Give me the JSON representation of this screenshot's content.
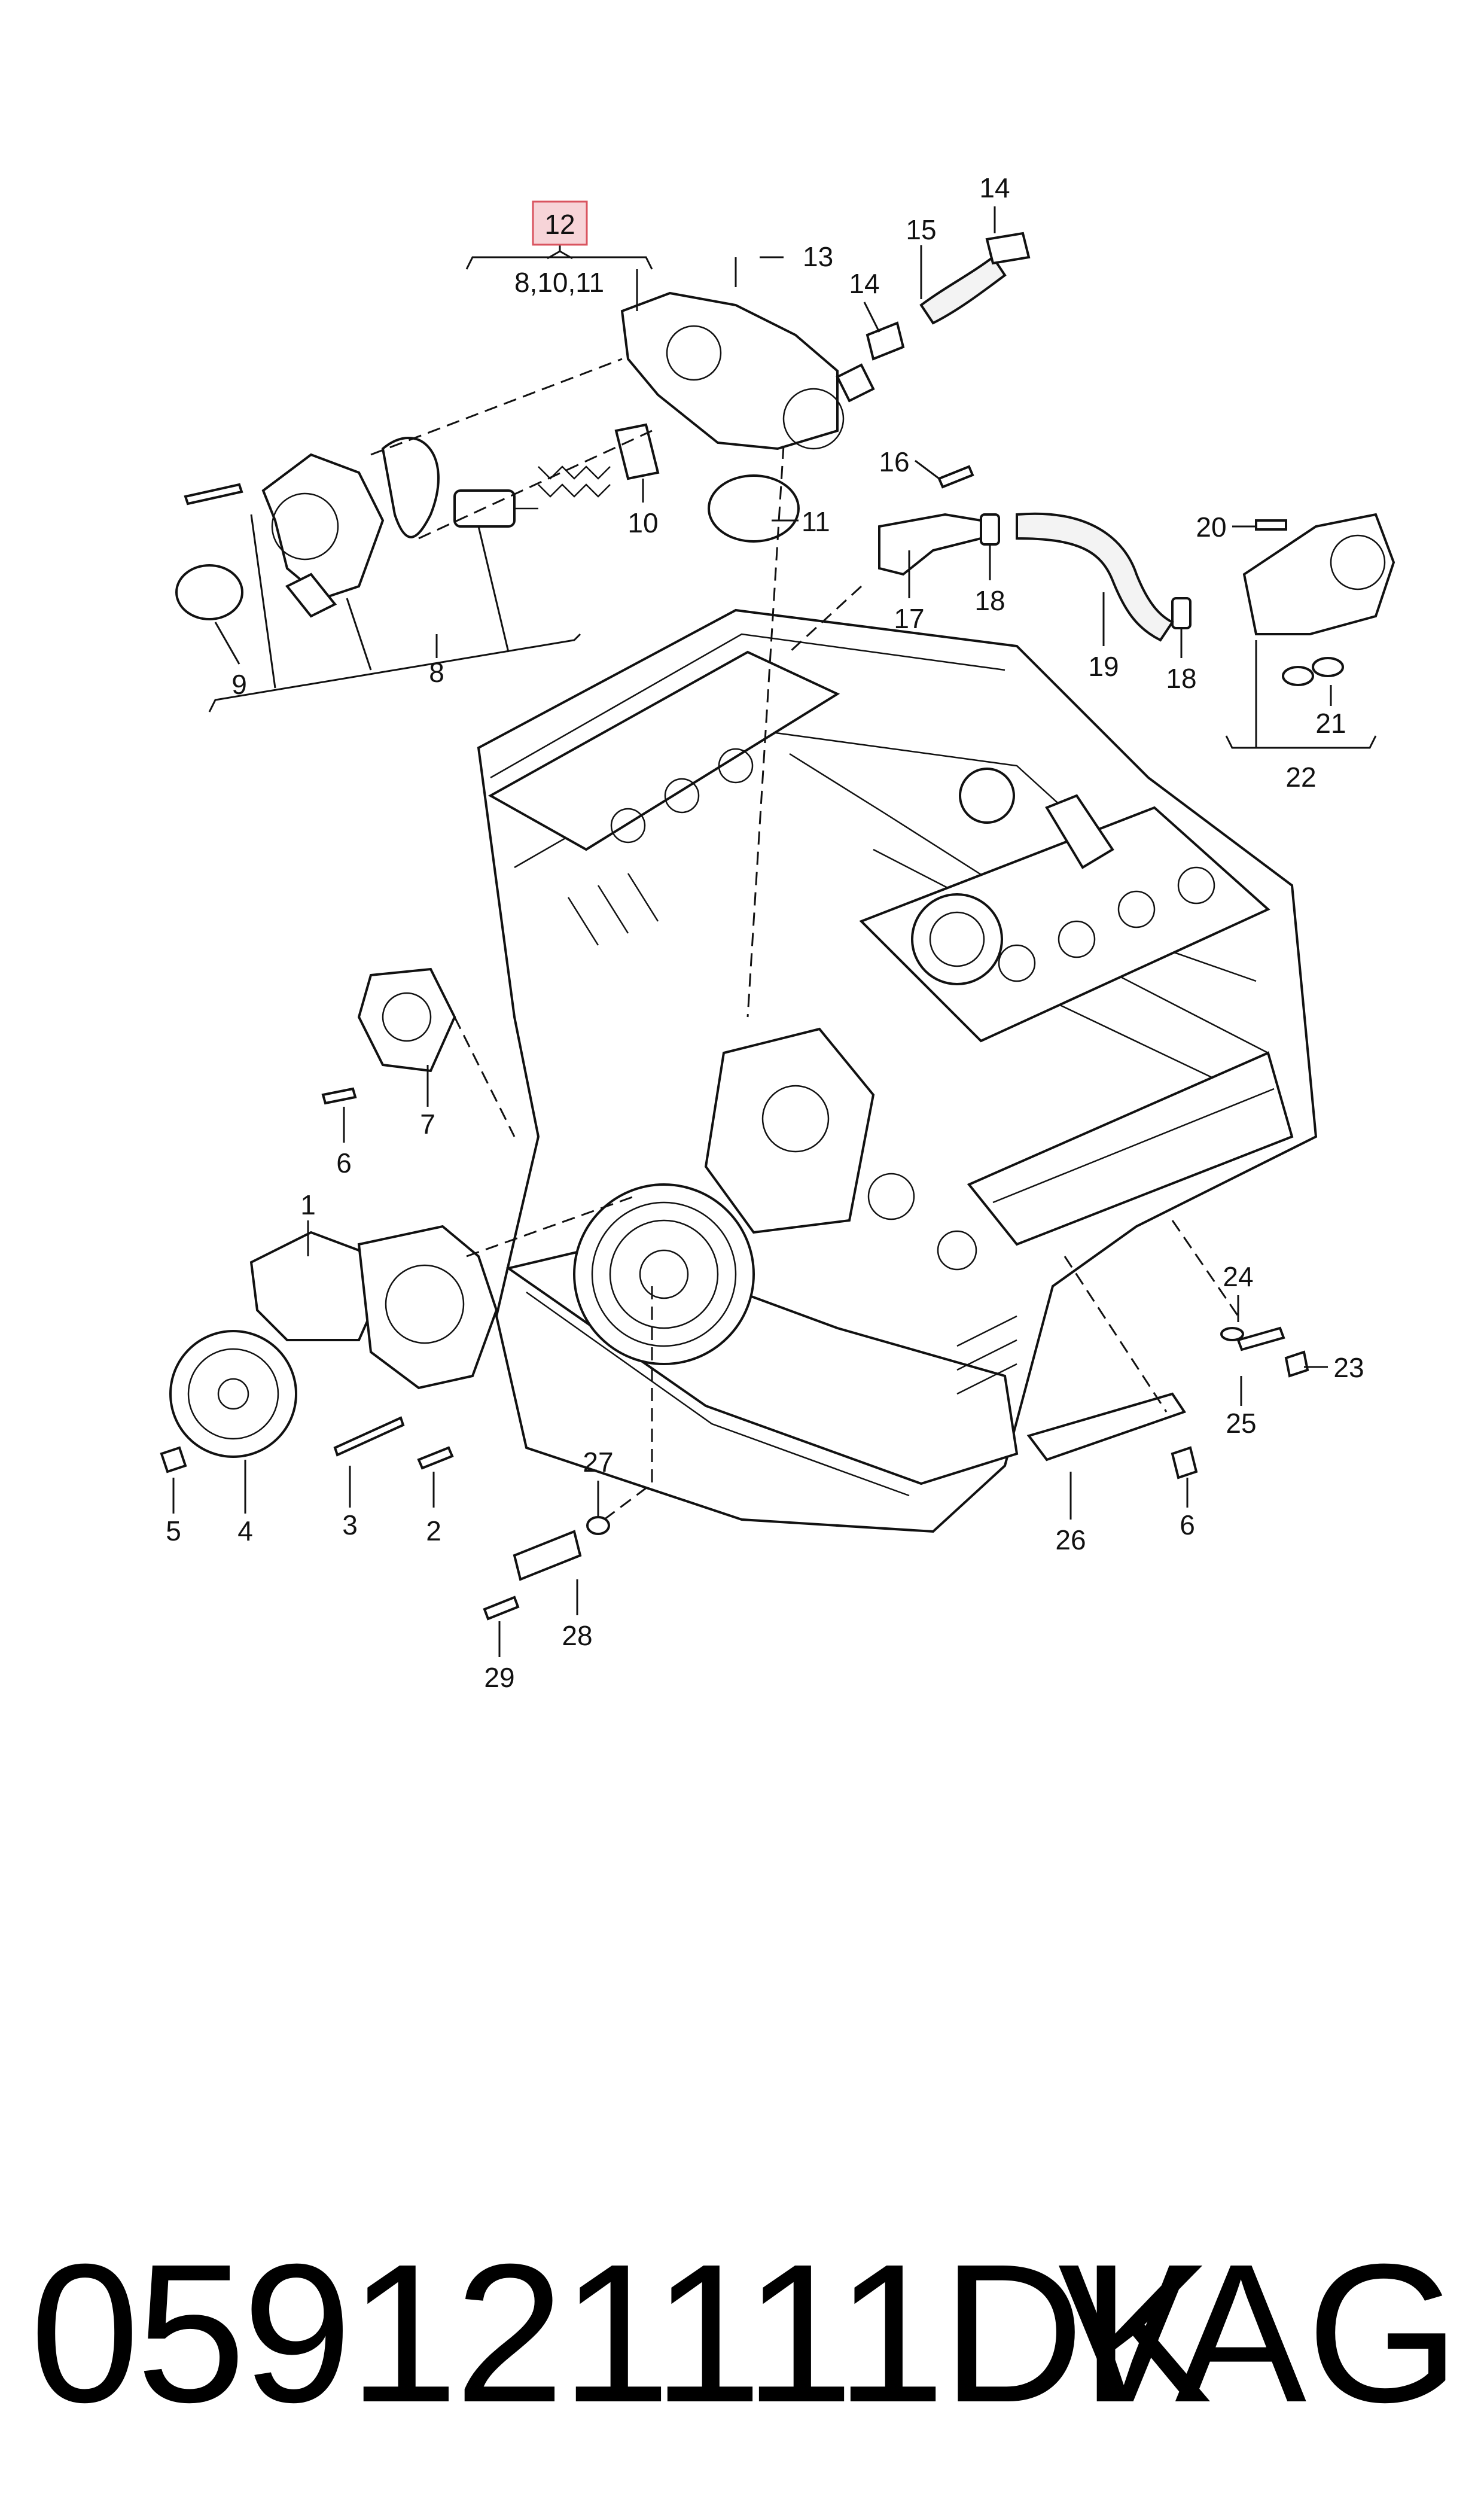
{
  "diagram": {
    "highlight": {
      "label": "12",
      "fill": "#f7d4d8",
      "stroke": "#d9545f"
    },
    "group_labels": {
      "g8_10_11": "8,10,11",
      "g8": "8",
      "g22": "22"
    },
    "callouts": {
      "c1": "1",
      "c2": "2",
      "c3": "3",
      "c4": "4",
      "c5": "5",
      "c6a": "6",
      "c6b": "6",
      "c7": "7",
      "c9": "9",
      "c10": "10",
      "c11": "11",
      "c13": "13",
      "c14a": "14",
      "c14b": "14",
      "c15": "15",
      "c16": "16",
      "c17": "17",
      "c18a": "18",
      "c18b": "18",
      "c19": "19",
      "c20": "20",
      "c21": "21",
      "c23": "23",
      "c24": "24",
      "c25": "25",
      "c26": "26",
      "c27": "27",
      "c28": "28",
      "c29": "29"
    }
  },
  "footer": {
    "part_number": "059121111DK",
    "brand": "VAG"
  }
}
